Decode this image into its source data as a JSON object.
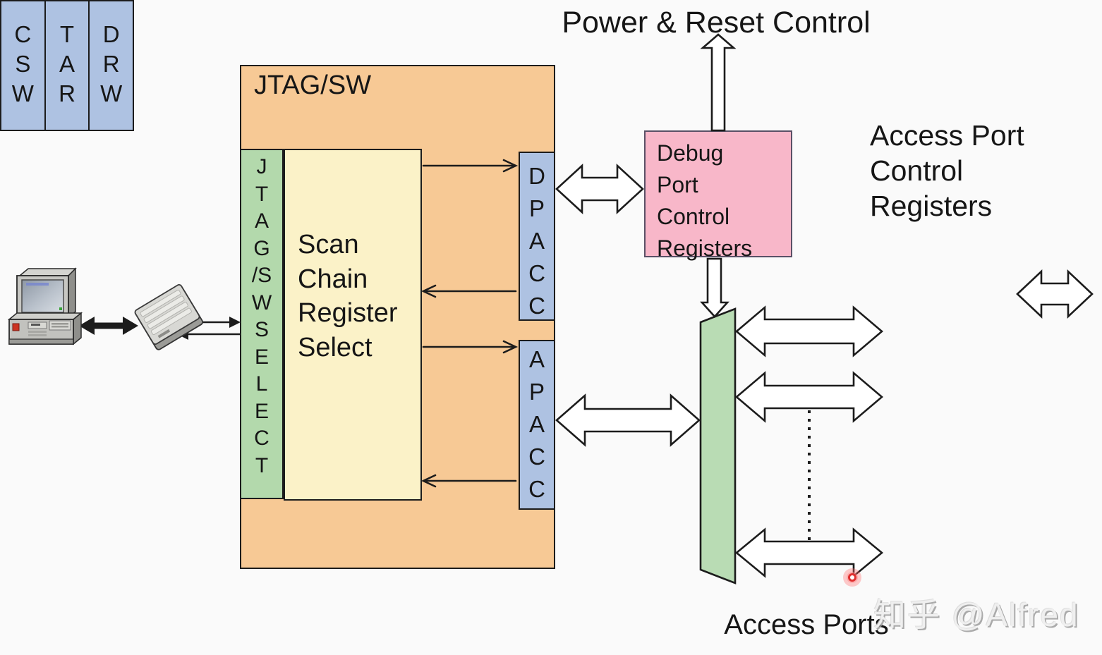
{
  "colors": {
    "background": "#fafafa",
    "outline": "#1c1c1c",
    "text": "#161616",
    "orange": "#f7c995",
    "yellow": "#fbf2c8",
    "green": "#b3d9ac",
    "blue": "#aec2e2",
    "pink": "#f8b7c9",
    "pink-border": "#5a5066",
    "bus-green": "#b9dcb4",
    "arrow-fill": "#ffffff",
    "watermark": "#efefef",
    "cursor-red": "#e03030"
  },
  "power_reset_label": "Power & Reset Control",
  "jtag_sw": {
    "title": "JTAG/SW",
    "select_letters": [
      "J",
      "T",
      "A",
      "G",
      "/S",
      "W",
      "S",
      "E",
      "L",
      "E",
      "C",
      "T"
    ],
    "scan_chain_lines": [
      "Scan",
      "Chain",
      "Register",
      "Select"
    ]
  },
  "dpacc_letters": [
    "D",
    "P",
    "A",
    "C",
    "C"
  ],
  "apacc_letters": [
    "A",
    "P",
    "A",
    "C",
    "C"
  ],
  "debug_port_registers": {
    "lines": [
      "Debug",
      "Port",
      "Control",
      "Registers"
    ]
  },
  "access_port_control": {
    "label_lines": [
      "Access Port",
      "Control",
      "Registers"
    ],
    "registers": [
      {
        "name": "CSW",
        "letters": [
          "C",
          "S",
          "W"
        ]
      },
      {
        "name": "TAR",
        "letters": [
          "T",
          "A",
          "R"
        ]
      },
      {
        "name": "DRW",
        "letters": [
          "D",
          "R",
          "W"
        ]
      }
    ]
  },
  "access_ports_label": "Access Ports",
  "watermark": "知乎 @Alfred",
  "icons": {
    "computer": "desktop-pc-icon",
    "probe": "debug-probe-icon",
    "cursor": "red-cursor-dot"
  }
}
